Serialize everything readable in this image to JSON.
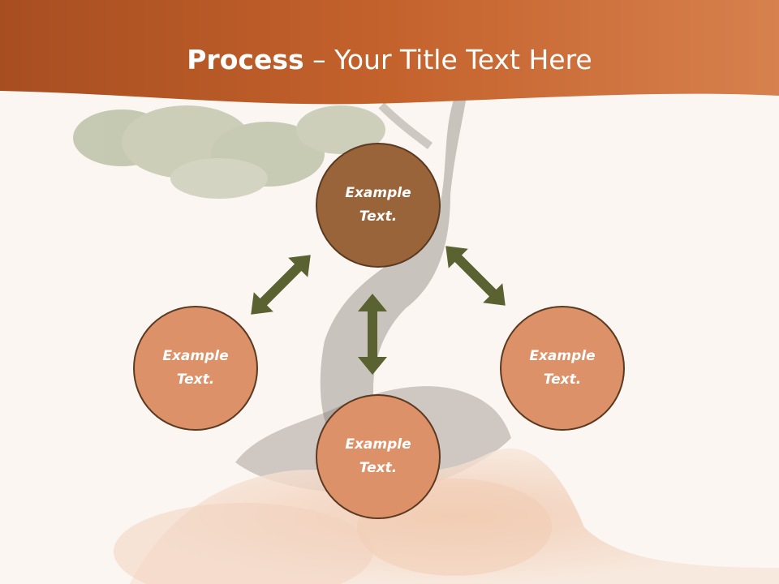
{
  "slide": {
    "title_bold": "Process",
    "title_rest": " – Your Title Text Here"
  },
  "nodes": [
    {
      "id": "top",
      "label_line1": "Example",
      "label_line2": "Text."
    },
    {
      "id": "left",
      "label_line1": "Example",
      "label_line2": "Text."
    },
    {
      "id": "bottom",
      "label_line1": "Example",
      "label_line2": "Text."
    },
    {
      "id": "right",
      "label_line1": "Example",
      "label_line2": "Text."
    }
  ],
  "colors": {
    "header": "#b45c2c",
    "top_node": "#99643a",
    "outer_node": "#dd9169",
    "node_border": "#5b3a22",
    "arrow": "#5b6232"
  }
}
